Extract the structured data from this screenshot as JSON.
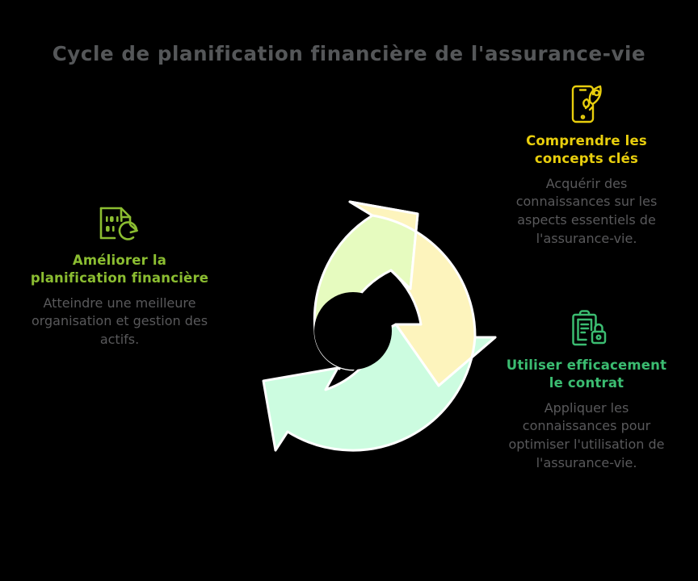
{
  "page": {
    "title": "Cycle de planification financière de l'assurance-vie",
    "background_color": "#000000",
    "title_color": "#555759",
    "body_text_color": "#59595b"
  },
  "cycle": {
    "type": "three-step-circular-arrow-cycle",
    "segments": [
      {
        "id": "segment-green",
        "position": "left",
        "fill": "#e6fbbf",
        "linked_block": "block-left"
      },
      {
        "id": "segment-yellow",
        "position": "top-right",
        "fill": "#fdf4bd",
        "linked_block": "block-top-right"
      },
      {
        "id": "segment-mint",
        "position": "bottom",
        "fill": "#ccfce0",
        "linked_block": "block-bottom-right"
      }
    ],
    "separator_color": "#ffffff",
    "center_hole_color": "#000000"
  },
  "blocks": [
    {
      "id": "block-left",
      "icon": "document-refresh-icon",
      "icon_color": "#8bbd31",
      "heading": "Améliorer la planification financière",
      "heading_color": "#8bbd31",
      "body": "Atteindre une meilleure organisation et gestion des actifs."
    },
    {
      "id": "block-top-right",
      "icon": "smartphone-rocket-icon",
      "icon_color": "#e8ce0d",
      "heading": "Comprendre les concepts clés",
      "heading_color": "#e8ce0d",
      "body": "Acquérir des connaissances sur les aspects essentiels de l'assurance-vie."
    },
    {
      "id": "block-bottom-right",
      "icon": "clipboard-lock-icon",
      "icon_color": "#3bbc71",
      "heading": "Utiliser efficacement le contrat",
      "heading_color": "#3bbc71",
      "body": "Appliquer les connaissances pour optimiser l'utilisation de l'assurance-vie."
    }
  ]
}
